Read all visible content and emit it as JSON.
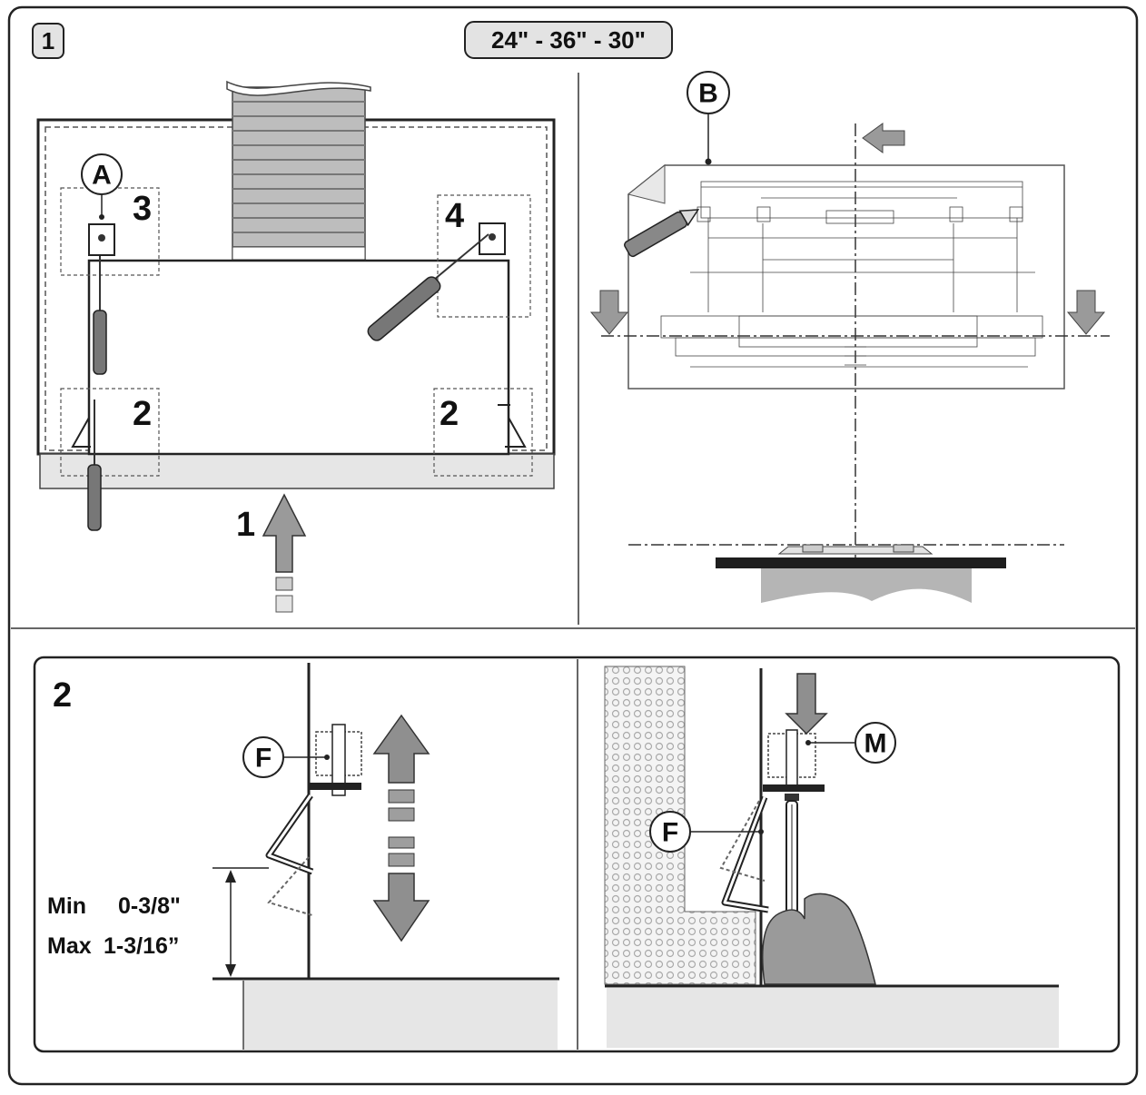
{
  "header": {
    "step_badge_1": "1",
    "size_label": "24\" - 36\" - 30\""
  },
  "panel_top_left": {
    "callout_a": "A",
    "step_3": "3",
    "step_4": "4",
    "step_2_left": "2",
    "step_2_right": "2",
    "step_1": "1"
  },
  "panel_top_right": {
    "callout_b": "B"
  },
  "section_2": {
    "step_label": "2",
    "callout_f_left": "F",
    "callout_f_right": "F",
    "callout_m": "M",
    "min_label": "Min",
    "min_value": "0-3/8\"",
    "max_label": "Max",
    "max_value": "1-3/16”"
  }
}
